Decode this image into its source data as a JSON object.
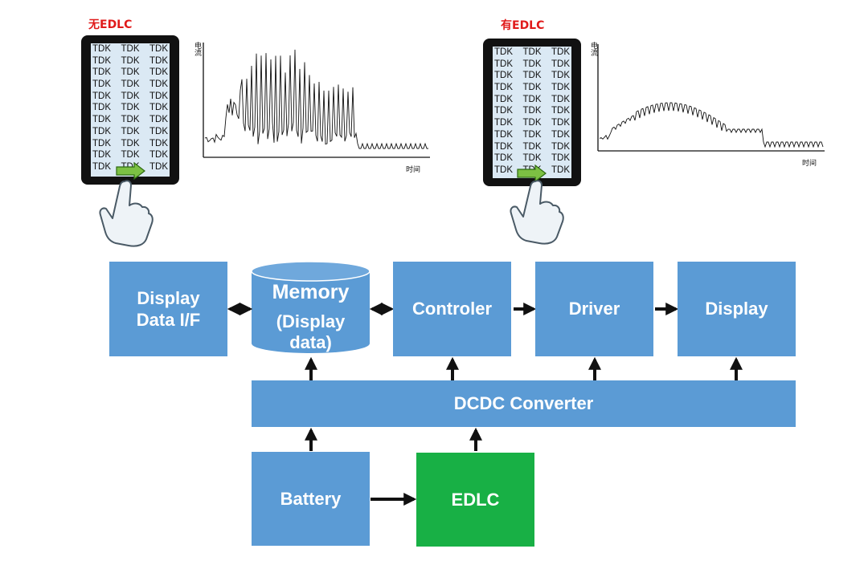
{
  "panels": [
    {
      "title": "无EDLC",
      "screen_rows": [
        [
          "TDK",
          "TDK",
          "TDK"
        ],
        [
          "TDK",
          "TDK",
          "TDK"
        ],
        [
          "TDK",
          "TDK",
          "TDK"
        ],
        [
          "TDK",
          "TDK",
          "TDK"
        ],
        [
          "TDK",
          "TDK",
          "TDK"
        ],
        [
          "TDK",
          "TDK",
          "TDK"
        ],
        [
          "TDK",
          "TDK",
          "TDK"
        ],
        [
          "TDK",
          "TDK",
          "TDK"
        ],
        [
          "TDK",
          "TDK",
          "TDK"
        ],
        [
          "TDK",
          "TDK",
          "TDK"
        ],
        [
          "TDK",
          "TDK",
          "TDK"
        ]
      ],
      "ylabel": "电流",
      "xlabel": "时间"
    },
    {
      "title": "有EDLC",
      "screen_rows": [
        [
          "TDK",
          "TDK",
          "TDK"
        ],
        [
          "TDK",
          "TDK",
          "TDK"
        ],
        [
          "TDK",
          "TDK",
          "TDK"
        ],
        [
          "TDK",
          "TDK",
          "TDK"
        ],
        [
          "TDK",
          "TDK",
          "TDK"
        ],
        [
          "TDK",
          "TDK",
          "TDK"
        ],
        [
          "TDK",
          "TDK",
          "TDK"
        ],
        [
          "TDK",
          "TDK",
          "TDK"
        ],
        [
          "TDK",
          "TDK",
          "TDK"
        ],
        [
          "TDK",
          "TDK",
          "TDK"
        ],
        [
          "TDK",
          "TDK",
          "TDK"
        ]
      ],
      "ylabel": "电流",
      "xlabel": "时间"
    }
  ],
  "blocks": {
    "display_if": "Display\nData I/F",
    "memory_title": "Memory",
    "memory_sub": "(Display\ndata)",
    "controller": "Controler",
    "driver": "Driver",
    "display": "Display",
    "dcdc": "DCDC Converter",
    "battery": "Battery",
    "edlc": "EDLC"
  },
  "colors": {
    "block_blue": "#5b9bd5",
    "edlc_green": "#18b045",
    "title_red": "#e01a1a",
    "swipe_arrow": "#7cc043"
  },
  "icons": [
    "swipe-right-arrow-icon",
    "pointing-hand-icon"
  ]
}
